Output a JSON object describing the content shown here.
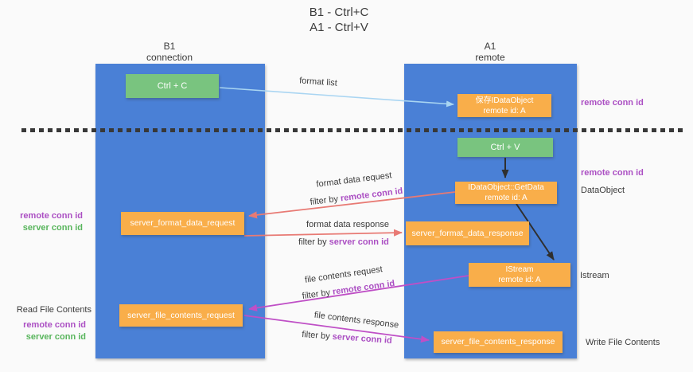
{
  "title": {
    "line1": "B1 - Ctrl+C",
    "line2": "A1 - Ctrl+V"
  },
  "lifelines": {
    "left": {
      "name": "B1",
      "role": "connection"
    },
    "right": {
      "name": "A1",
      "role": "remote"
    }
  },
  "nodes": {
    "ctrl_c": {
      "label": "Ctrl + C"
    },
    "ctrl_v": {
      "label": "Ctrl + V"
    },
    "saved_dataobject": {
      "line1": "保存IDataObject",
      "line2": "remote id: A"
    },
    "getdata": {
      "line1": "IDataObject::GetData",
      "line2": "remote id: A"
    },
    "istream": {
      "line1": "IStream",
      "line2": "remote id: A"
    },
    "format_request": {
      "label": "server_format_data_request"
    },
    "format_response": {
      "label": "server_format_data_response"
    },
    "file_request": {
      "label": "server_file_contents_request"
    },
    "file_response": {
      "label": "server_file_contents_response"
    }
  },
  "edges": {
    "format_list": {
      "label": "format list"
    },
    "format_data_request": {
      "label": "format data request",
      "filter_prefix": "filter by ",
      "filter_key": "remote conn id"
    },
    "format_data_response": {
      "label": "format data response",
      "filter_prefix": "filter by ",
      "filter_key": "server conn id"
    },
    "file_contents_request": {
      "label": "file contents request",
      "filter_prefix": "filter by ",
      "filter_key": "remote conn id"
    },
    "file_contents_response": {
      "label": "file contents response",
      "filter_prefix": "filter by ",
      "filter_key": "server conn id"
    }
  },
  "side_labels": {
    "right_remote_conn_id_1": "remote conn id",
    "right_remote_conn_id_2": "remote conn id",
    "right_dataobject": "DataObject",
    "right_istream": "Istream",
    "right_write_file_contents": "Write File Contents",
    "left_remote_conn_id_1": "remote conn id",
    "left_server_conn_id_1": "server conn id",
    "left_read_file_contents": "Read File Contents",
    "left_remote_conn_id_2": "remote conn id",
    "left_server_conn_id_2": "server conn id"
  },
  "colors": {
    "lifeline_blue": "#4a80d6",
    "node_orange": "#f9ae4a",
    "node_green": "#79c47f",
    "arrow_salmon": "#e87a74",
    "arrow_magenta": "#bf4fc6",
    "arrow_lightblue": "#a9d5f2",
    "arrow_black": "#2f2f2f",
    "text_purple": "#ab4fc3",
    "text_green": "#58b55c",
    "divider_dark": "#383838"
  }
}
